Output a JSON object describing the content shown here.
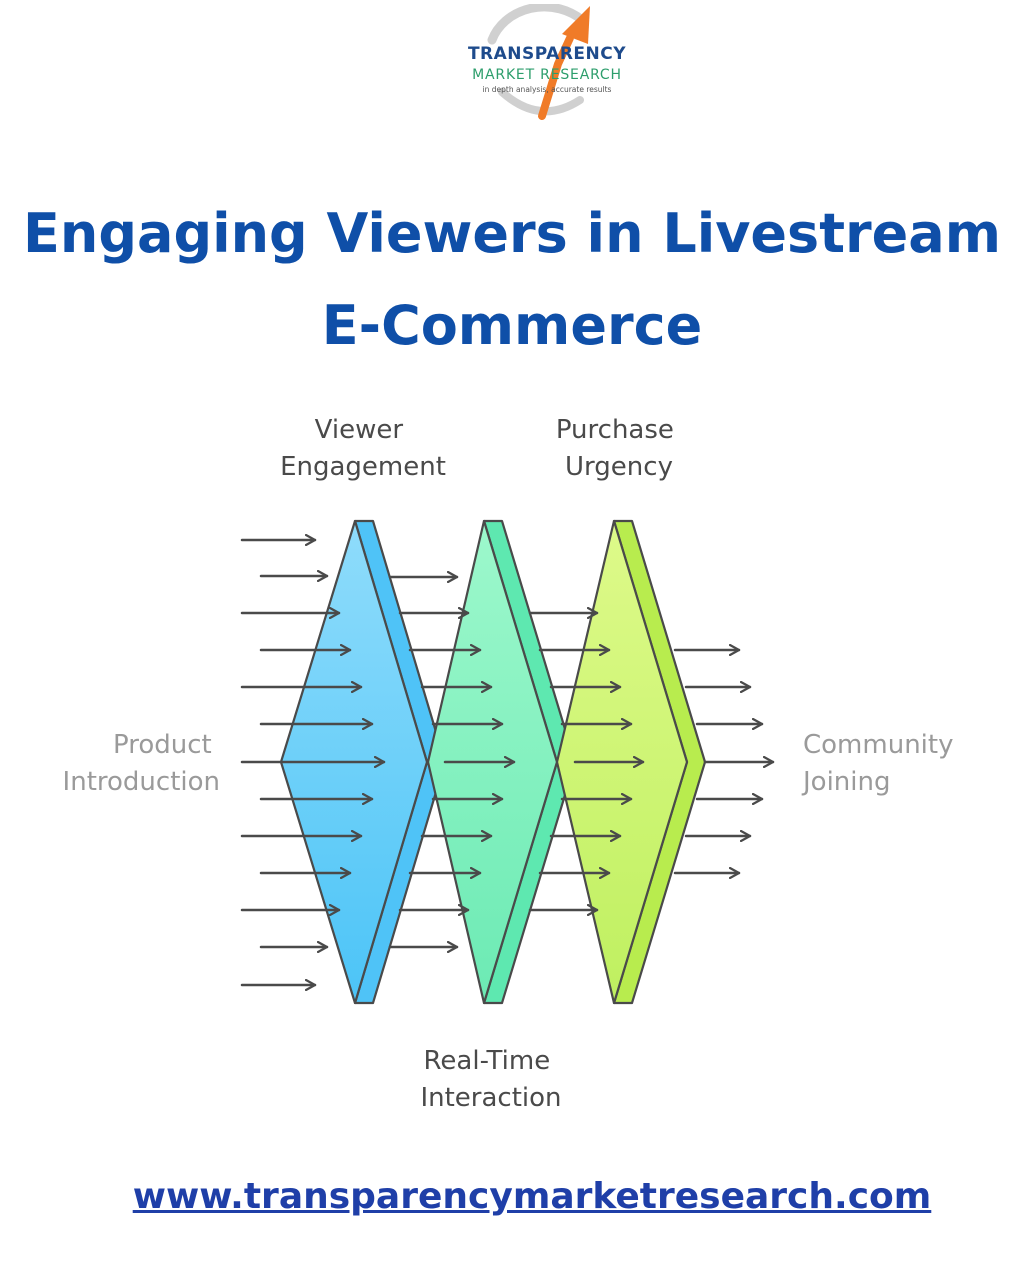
{
  "logo": {
    "line1": "TRANSPARENCY",
    "line2": "MARKET RESEARCH",
    "line3": "in depth analysis, accurate results",
    "arrow_color": "#f07b28",
    "ring_color": "#cfcfcf"
  },
  "title": {
    "line1": "Engaging Viewers in Livestream",
    "line2": "E-Commerce",
    "color": "#0f4fa8"
  },
  "diagram": {
    "stages": [
      {
        "name": "Viewer Engagement",
        "label_lines": [
          "Viewer",
          "Engagement"
        ],
        "color": "#7fd7fb",
        "edge_color": "#4fc3f7"
      },
      {
        "name": "Real-Time Interaction",
        "label_lines": [
          "Real-Time",
          "Interaction"
        ],
        "color": "#8ef5c4",
        "edge_color": "#5ee8b0"
      },
      {
        "name": "Purchase Urgency",
        "label_lines": [
          "Purchase",
          "Urgency"
        ],
        "color": "#d2f77a",
        "edge_color": "#b8ec4e"
      }
    ],
    "input": {
      "label_lines": [
        "Product",
        "Introduction"
      ]
    },
    "output": {
      "label_lines": [
        "Community",
        "Joining"
      ]
    },
    "arrow_color": "#4a4a4a"
  },
  "footer": {
    "url": "www.transparencymarketresearch.com",
    "color": "#1f3fa8"
  }
}
